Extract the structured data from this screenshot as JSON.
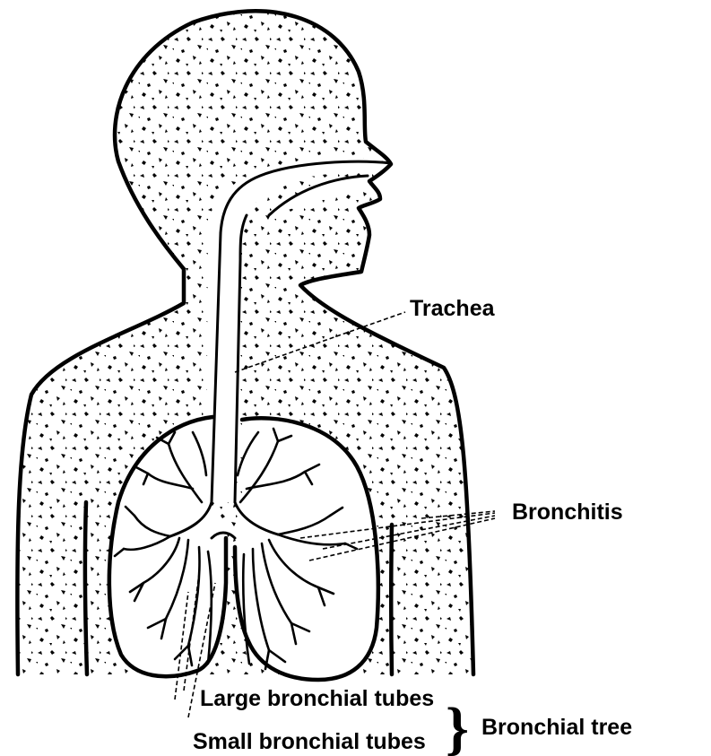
{
  "labels": {
    "trachea": "Trachea",
    "bronchitis": "Bronchitis",
    "large_tubes": "Large bronchial tubes",
    "small_tubes": "Small bronchial tubes",
    "bronchial_tree": "Bronchial tree",
    "brace": "}"
  },
  "colors": {
    "ink": "#000000",
    "paper": "#ffffff"
  }
}
